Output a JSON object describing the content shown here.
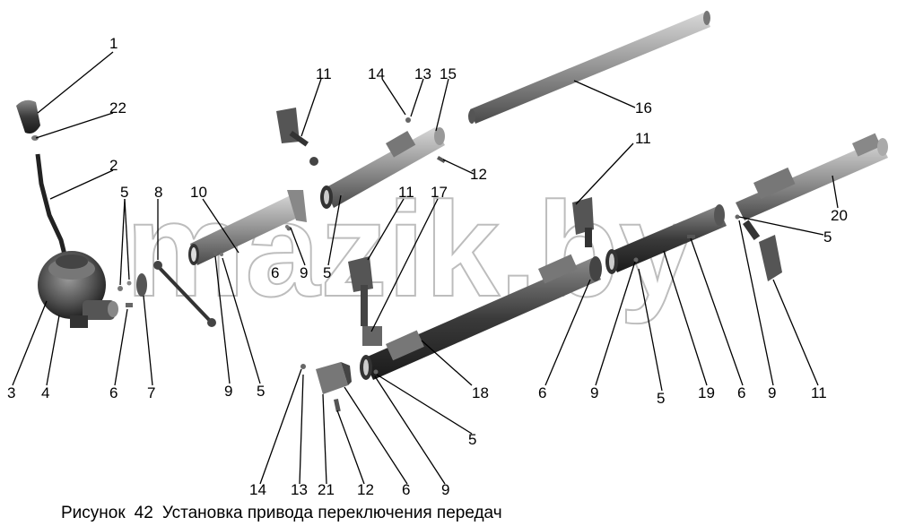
{
  "figure": {
    "caption_label": "Рисунок",
    "caption_number": "42",
    "caption_text": "Установка привода переключения передач",
    "watermark": "mazik.by"
  },
  "callouts": [
    {
      "id": "c1",
      "label": "1"
    },
    {
      "id": "c22",
      "label": "22"
    },
    {
      "id": "c2",
      "label": "2"
    },
    {
      "id": "c3",
      "label": "3"
    },
    {
      "id": "c4",
      "label": "4"
    },
    {
      "id": "c5a",
      "label": "5"
    },
    {
      "id": "c6a",
      "label": "6"
    },
    {
      "id": "c8",
      "label": "8"
    },
    {
      "id": "c7",
      "label": "7"
    },
    {
      "id": "c10",
      "label": "10"
    },
    {
      "id": "c9a",
      "label": "9"
    },
    {
      "id": "c5b",
      "label": "5"
    },
    {
      "id": "c6b",
      "label": "6"
    },
    {
      "id": "c9b",
      "label": "9"
    },
    {
      "id": "c5c",
      "label": "5"
    },
    {
      "id": "c11a",
      "label": "11"
    },
    {
      "id": "c14a",
      "label": "14"
    },
    {
      "id": "c13a",
      "label": "13"
    },
    {
      "id": "c15",
      "label": "15"
    },
    {
      "id": "c12a",
      "label": "12"
    },
    {
      "id": "c16",
      "label": "16"
    },
    {
      "id": "c11b",
      "label": "11"
    },
    {
      "id": "c17",
      "label": "17"
    },
    {
      "id": "c11c",
      "label": "11"
    },
    {
      "id": "c20",
      "label": "20"
    },
    {
      "id": "c5d",
      "label": "5"
    },
    {
      "id": "c18",
      "label": "18"
    },
    {
      "id": "c5e",
      "label": "5"
    },
    {
      "id": "c6c",
      "label": "6"
    },
    {
      "id": "c9c",
      "label": "9"
    },
    {
      "id": "c5f",
      "label": "5"
    },
    {
      "id": "c19",
      "label": "19"
    },
    {
      "id": "c6d",
      "label": "6"
    },
    {
      "id": "c9d",
      "label": "9"
    },
    {
      "id": "c11d",
      "label": "11"
    },
    {
      "id": "c14b",
      "label": "14"
    },
    {
      "id": "c13b",
      "label": "13"
    },
    {
      "id": "c21",
      "label": "21"
    },
    {
      "id": "c12b",
      "label": "12"
    },
    {
      "id": "c6e",
      "label": "6"
    },
    {
      "id": "c9e",
      "label": "9"
    }
  ]
}
